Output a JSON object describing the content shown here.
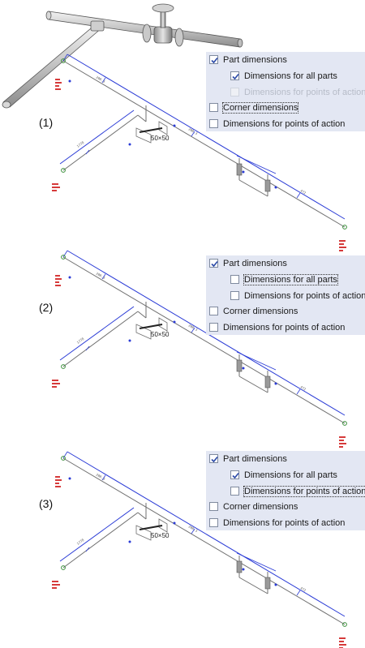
{
  "steps": [
    {
      "label": "(1)",
      "options": [
        {
          "label": "Part dimensions",
          "checked": true,
          "enabled": true,
          "focused": false
        },
        {
          "label": "Dimensions for all parts",
          "checked": true,
          "enabled": true,
          "focused": false
        },
        {
          "label": "Dimensions for points of action",
          "checked": false,
          "enabled": false,
          "focused": false
        },
        {
          "label": "Corner dimensions",
          "checked": false,
          "enabled": true,
          "focused": true
        },
        {
          "label": "Dimensions for points of action",
          "checked": false,
          "enabled": true,
          "focused": false
        }
      ]
    },
    {
      "label": "(2)",
      "options": [
        {
          "label": "Part dimensions",
          "checked": true,
          "enabled": true,
          "focused": false
        },
        {
          "label": "Dimensions for all parts",
          "checked": false,
          "enabled": true,
          "focused": true
        },
        {
          "label": "Dimensions for points of action",
          "checked": false,
          "enabled": true,
          "focused": false
        },
        {
          "label": "Corner dimensions",
          "checked": false,
          "enabled": true,
          "focused": false
        },
        {
          "label": "Dimensions for points of action",
          "checked": false,
          "enabled": true,
          "focused": false
        }
      ]
    },
    {
      "label": "(3)",
      "options": [
        {
          "label": "Part dimensions",
          "checked": true,
          "enabled": true,
          "focused": false
        },
        {
          "label": "Dimensions for all parts",
          "checked": true,
          "enabled": true,
          "focused": false
        },
        {
          "label": "Dimensions for points of action",
          "checked": false,
          "enabled": true,
          "focused": true
        },
        {
          "label": "Corner dimensions",
          "checked": false,
          "enabled": true,
          "focused": false
        },
        {
          "label": "Dimensions for points of action",
          "checked": false,
          "enabled": true,
          "focused": false
        }
      ]
    }
  ],
  "fitting_label": "50×50",
  "colors": {
    "panel_bg": "#e3e7f3",
    "check_mark": "#2b4aa8",
    "dimension_line": "#2a3bd6",
    "pipe_line": "#6f6f6f",
    "marker": "#d63a3a",
    "node": "#3a8f3a"
  }
}
